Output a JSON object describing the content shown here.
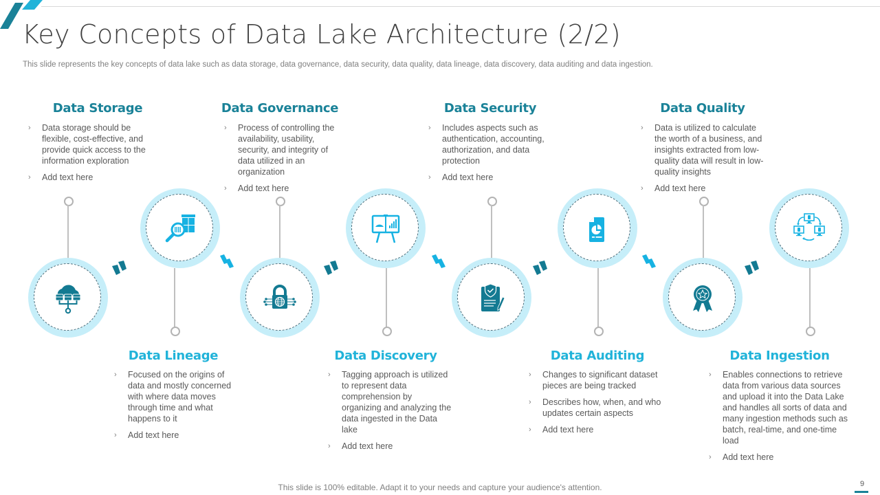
{
  "slide": {
    "title": "Key Concepts of Data Lake Architecture (2/2)",
    "subtitle": "This slide represents the key concepts of data lake such as data storage, data governance, data security, data quality, data lineage, data discovery, data auditing and data ingestion.",
    "footer": "This slide is 100% editable. Adapt it to your needs and capture your audience's attention.",
    "page_number": "9"
  },
  "colors": {
    "heading_top": "#1a8298",
    "heading_bottom": "#21b3d9",
    "icon_dark": "#137a92",
    "icon_light": "#17b2e2",
    "ring": "#c6eef9"
  },
  "concepts": [
    {
      "heading": "Data Storage",
      "icon": "cloud-storage-network-icon",
      "bullets": [
        "Data storage should be flexible, cost-effective, and provide quick access to the information exploration",
        "Add text here"
      ]
    },
    {
      "heading": "Data Lineage",
      "icon": "search-barcode-boxes-icon",
      "bullets": [
        "Focused on the origins of data and mostly concerned with where data moves through time and what happens to it",
        "Add text here"
      ]
    },
    {
      "heading": "Data Governance",
      "icon": "padlock-globe-circuit-icon",
      "bullets": [
        "Process of controlling the availability, usability, security, and integrity of data utilized in an organization",
        "Add text here"
      ]
    },
    {
      "heading": "Data Discovery",
      "icon": "presentation-board-chart-icon",
      "bullets": [
        "Tagging approach is utilized to represent data comprehension by organizing and analyzing the data ingested in the Data lake",
        "Add text here"
      ]
    },
    {
      "heading": "Data Security",
      "icon": "clipboard-shield-pen-icon",
      "bullets": [
        "Includes aspects such as authentication, accounting, authorization, and data protection",
        "Add text here"
      ]
    },
    {
      "heading": "Data Auditing",
      "icon": "report-pie-chart-document-icon",
      "bullets": [
        "Changes to significant dataset pieces are being tracked",
        "Describes how, when, and who updates certain aspects",
        "Add text here"
      ]
    },
    {
      "heading": "Data Quality",
      "icon": "award-ribbon-badge-icon",
      "bullets": [
        "Data is utilized to calculate the worth of a business, and insights extracted from low-quality data will result in low-quality insights",
        "Add text here"
      ]
    },
    {
      "heading": "Data Ingestion",
      "icon": "computers-sync-network-icon",
      "bullets": [
        "Enables connections to retrieve data from various data sources and upload it into the Data Lake and handles all sorts of data and many ingestion methods such as batch, real-time, and one-time load",
        "Add text here"
      ]
    }
  ]
}
